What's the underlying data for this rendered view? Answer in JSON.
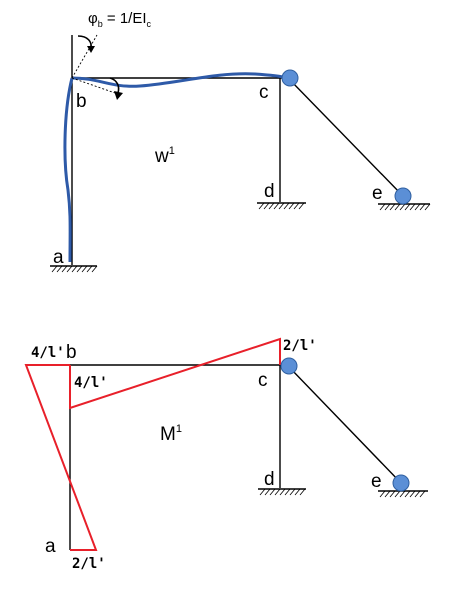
{
  "top_diagram": {
    "rotation_label": "φ",
    "rotation_sub": "b",
    "rotation_eq": " = 1/EI",
    "rotation_eq_sub": "c",
    "title_base": "w",
    "title_sup": "1",
    "nodes": {
      "a": "a",
      "b": "b",
      "c": "c",
      "d": "d",
      "e": "e"
    }
  },
  "bottom_diagram": {
    "title_base": "M",
    "title_sup": "1",
    "nodes": {
      "a": "a",
      "b": "b",
      "c": "c",
      "d": "d",
      "e": "e"
    },
    "moment_labels": {
      "b_outer": "4/l'",
      "b_inner": "4/l'",
      "c_top": "2/l'",
      "a_bottom": "2/l'"
    }
  },
  "colors": {
    "frame": "#000000",
    "deflected_shape": "#2e5aa8",
    "moment_diagram": "#e8202a",
    "hinge": "#5b8fd6"
  }
}
